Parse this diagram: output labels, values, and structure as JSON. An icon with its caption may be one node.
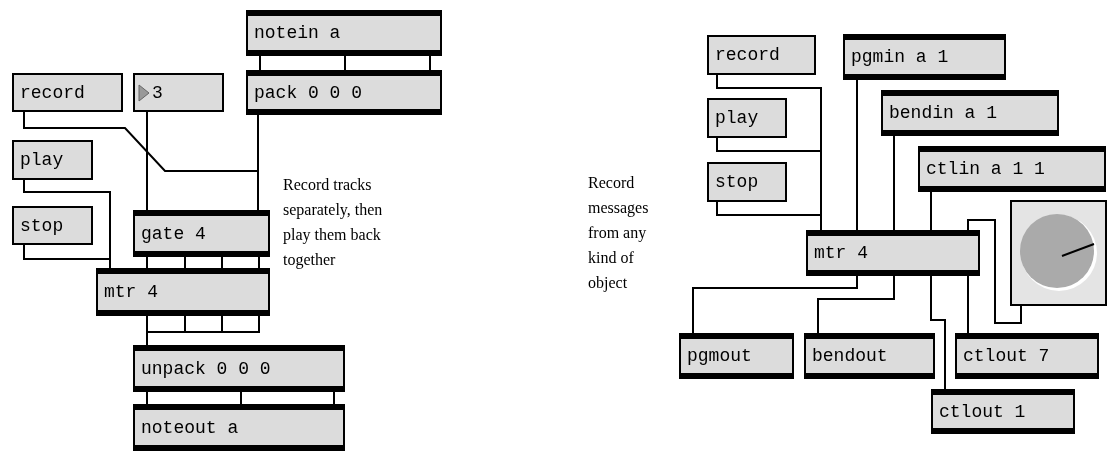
{
  "diagram": {
    "nodes": [
      {
        "text": [
          "notein a"
        ]
      },
      {
        "text": [
          "record"
        ]
      },
      {
        "text": [
          "3"
        ]
      },
      {
        "text": [
          "pack 0 0 0"
        ]
      },
      {
        "text": [
          "play"
        ]
      },
      {
        "text": [
          "stop"
        ]
      },
      {
        "text": [
          "gate 4"
        ]
      },
      {
        "text": [
          "mtr 4"
        ]
      },
      {
        "text": [
          "unpack 0 0 0"
        ]
      },
      {
        "text": [
          "noteout a"
        ]
      },
      {
        "text": [
          "record"
        ]
      },
      {
        "text": [
          "pgmin a 1"
        ]
      },
      {
        "text": [
          "play"
        ]
      },
      {
        "text": [
          "bendin a 1"
        ]
      },
      {
        "text": [
          "stop"
        ]
      },
      {
        "text": [
          "ctlin a 1 1"
        ]
      },
      {
        "text": [
          "mtr 4"
        ]
      },
      {
        "text": [],
        "shape": "dial"
      },
      {
        "text": [
          "pgmout"
        ]
      },
      {
        "text": [
          "bendout"
        ]
      },
      {
        "text": [
          "ctlout 7"
        ]
      },
      {
        "text": [
          "ctlout 1"
        ]
      }
    ],
    "edges": [
      {
        "from": 0,
        "to": 3,
        "arrow": "none"
      },
      {
        "from": 0,
        "to": 3,
        "arrow": "none"
      },
      {
        "from": 0,
        "to": 3,
        "arrow": "none"
      },
      {
        "from": 1,
        "to": 6,
        "arrow": "none"
      },
      {
        "from": 3,
        "to": 6,
        "arrow": "none"
      },
      {
        "from": 2,
        "to": 6,
        "arrow": "none"
      },
      {
        "from": 4,
        "to": 7,
        "arrow": "none"
      },
      {
        "from": 5,
        "to": 7,
        "arrow": "none"
      },
      {
        "from": 6,
        "to": 7,
        "arrow": "none"
      },
      {
        "from": 6,
        "to": 7,
        "arrow": "none"
      },
      {
        "from": 6,
        "to": 7,
        "arrow": "none"
      },
      {
        "from": 6,
        "to": 7,
        "arrow": "none"
      },
      {
        "from": 7,
        "to": 8,
        "arrow": "none"
      },
      {
        "from": 7,
        "to": 8,
        "arrow": "none"
      },
      {
        "from": 7,
        "to": 8,
        "arrow": "none"
      },
      {
        "from": 7,
        "to": 8,
        "arrow": "none"
      },
      {
        "from": 8,
        "to": 9,
        "arrow": "none"
      },
      {
        "from": 8,
        "to": 9,
        "arrow": "none"
      },
      {
        "from": 8,
        "to": 9,
        "arrow": "none"
      },
      {
        "from": 10,
        "to": 16,
        "arrow": "none"
      },
      {
        "from": 12,
        "to": 16,
        "arrow": "none"
      },
      {
        "from": 14,
        "to": 16,
        "arrow": "none"
      },
      {
        "from": 11,
        "to": 16,
        "arrow": "none"
      },
      {
        "from": 13,
        "to": 16,
        "arrow": "none"
      },
      {
        "from": 15,
        "to": 16,
        "arrow": "none"
      },
      {
        "from": 17,
        "to": 16,
        "arrow": "none"
      },
      {
        "from": 16,
        "to": 18,
        "arrow": "none"
      },
      {
        "from": 16,
        "to": 19,
        "arrow": "none"
      },
      {
        "from": 16,
        "to": 21,
        "arrow": "none"
      },
      {
        "from": 16,
        "to": 20,
        "arrow": "none"
      }
    ],
    "labels": [
      "Record tracks separately, then play them back together",
      "Record messages from any kind of object"
    ]
  }
}
